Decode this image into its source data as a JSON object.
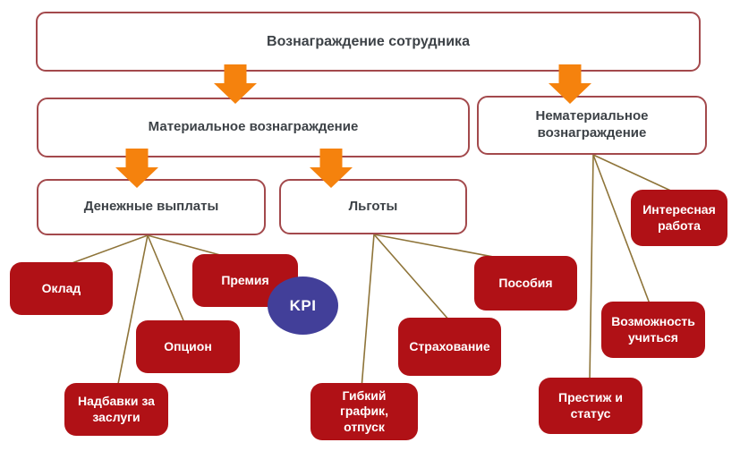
{
  "diagram_title": "Вознаграждение сотрудника",
  "colors": {
    "red": "#B01116",
    "blue": "#423F99",
    "orange": "#F5820D",
    "line": "#8E7439",
    "border": "#A3494C",
    "text": "#3D4247"
  },
  "nodes": {
    "root": {
      "label": "Вознаграждение сотрудника"
    },
    "material": {
      "label": "Материальное вознаграждение"
    },
    "nonmaterial": {
      "label": "Нематериальное\nвознаграждение"
    },
    "cash": {
      "label": "Денежные выплаты"
    },
    "benefits": {
      "label": "Льготы"
    },
    "salary": {
      "label": "Оклад"
    },
    "bonus": {
      "label": "Премия"
    },
    "kpi": {
      "label": "KPI"
    },
    "option": {
      "label": "Опцион"
    },
    "merit": {
      "label": "Надбавки за\nзаслуги"
    },
    "allowances": {
      "label": "Пособия"
    },
    "insurance": {
      "label": "Страхование"
    },
    "flex": {
      "label": "Гибкий\nграфик,\nотпуск"
    },
    "interesting": {
      "label": "Интересная\nработа"
    },
    "learning": {
      "label": "Возможность\nучиться"
    },
    "prestige": {
      "label": "Престиж и\nстатус"
    }
  },
  "edges": {
    "arrows": [
      {
        "from": "root",
        "to": "material"
      },
      {
        "from": "root",
        "to": "nonmaterial"
      },
      {
        "from": "material",
        "to": "cash"
      },
      {
        "from": "material",
        "to": "benefits"
      }
    ],
    "lines": [
      {
        "from": "cash",
        "to": "salary"
      },
      {
        "from": "cash",
        "to": "bonus"
      },
      {
        "from": "cash",
        "to": "option"
      },
      {
        "from": "cash",
        "to": "merit"
      },
      {
        "from": "benefits",
        "to": "allowances"
      },
      {
        "from": "benefits",
        "to": "insurance"
      },
      {
        "from": "benefits",
        "to": "flex"
      },
      {
        "from": "nonmaterial",
        "to": "interesting"
      },
      {
        "from": "nonmaterial",
        "to": "learning"
      },
      {
        "from": "nonmaterial",
        "to": "prestige"
      }
    ]
  }
}
